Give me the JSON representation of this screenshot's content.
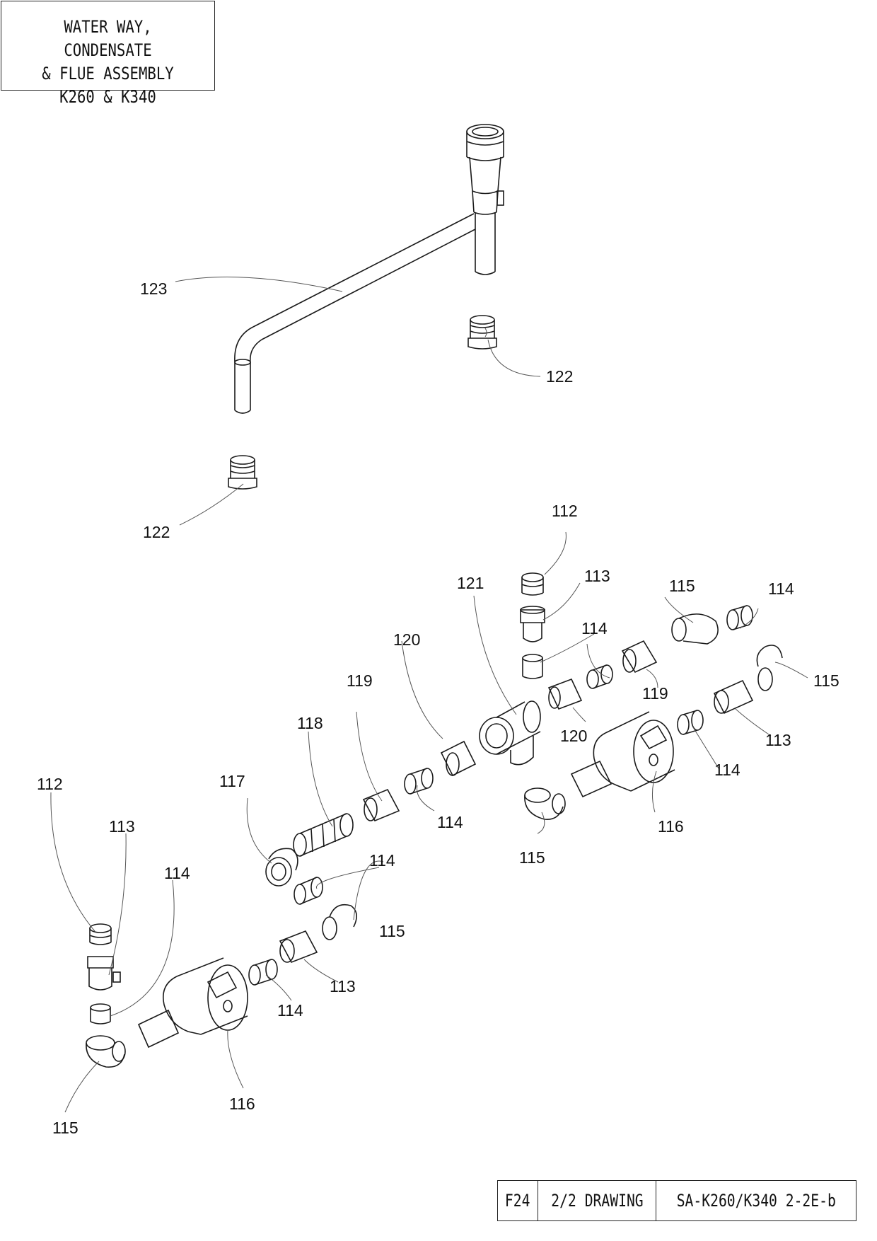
{
  "title": {
    "line1": "WATER WAY, CONDENSATE",
    "line2": "& FLUE ASSEMBLY",
    "line3": "K260 & K340"
  },
  "footer": {
    "sheet": "F24",
    "page": "2/2 DRAWING",
    "drawing_no": "SA-K260/K340 2-2E-b"
  },
  "labels": {
    "l123": "123",
    "l122a": "122",
    "l122b": "122",
    "l112a": "112",
    "l113a": "113",
    "l115a": "115",
    "l114a": "114",
    "l121": "121",
    "l114b": "114",
    "l120a": "120",
    "l119a": "119",
    "l115b": "115",
    "l119b": "119",
    "l118": "118",
    "l120b": "120",
    "l113b": "113",
    "l117": "117",
    "l114c": "114",
    "l114d": "114",
    "l116a": "116",
    "l112b": "112",
    "l113c": "113",
    "l114e": "114",
    "l115c": "115",
    "l114f": "114",
    "l115d": "115",
    "l113d": "113",
    "l114g": "114",
    "l116b": "116",
    "l115e": "115"
  }
}
